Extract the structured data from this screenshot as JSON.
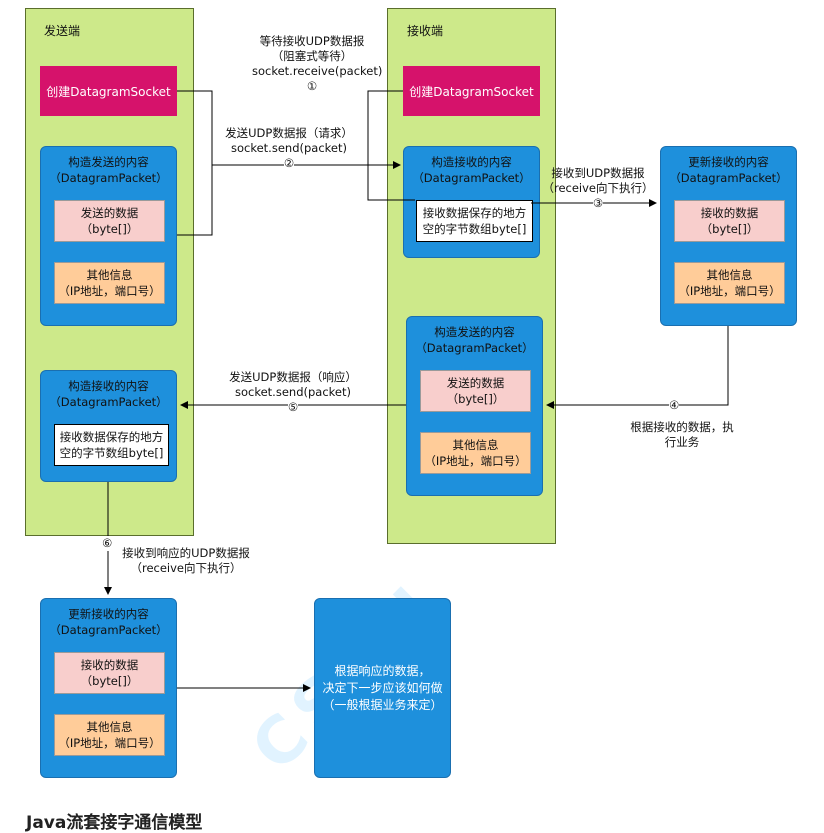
{
  "sender": {
    "title": "发送端",
    "create_socket": "创建DatagramSocket",
    "build_send": {
      "title1": "构造发送的内容",
      "title2": "（DatagramPacket）",
      "data1": "发送的数据",
      "data2": "（byte[]）",
      "info1": "其他信息",
      "info2": "（IP地址，端口号）"
    },
    "build_recv": {
      "title1": "构造接收的内容",
      "title2": "（DatagramPacket）",
      "buf1": "接收数据保存的地方",
      "buf2": "空的字节数组byte[]"
    }
  },
  "receiver": {
    "title": "接收端",
    "create_socket": "创建DatagramSocket",
    "build_recv": {
      "title1": "构造接收的内容",
      "title2": "（DatagramPacket）",
      "buf1": "接收数据保存的地方",
      "buf2": "空的字节数组byte[]"
    },
    "build_send": {
      "title1": "构造发送的内容",
      "title2": "（DatagramPacket）",
      "data1": "发送的数据",
      "data2": "（byte[]）",
      "info1": "其他信息",
      "info2": "（IP地址，端口号）"
    }
  },
  "updated_recv_receiver": {
    "title1": "更新接收的内容",
    "title2": "（DatagramPacket）",
    "data1": "接收的数据",
    "data2": "（byte[]）",
    "info1": "其他信息",
    "info2": "（IP地址，端口号）"
  },
  "updated_recv_sender": {
    "title1": "更新接收的内容",
    "title2": "（DatagramPacket）",
    "data1": "接收的数据",
    "data2": "（byte[]）",
    "info1": "其他信息",
    "info2": "（IP地址，端口号）"
  },
  "final_box": {
    "line1": "根据响应的数据，",
    "line2": "决定下一步应该如何做",
    "line3": "（一般根据业务来定）"
  },
  "labels": {
    "wait": {
      "l1": "等待接收UDP数据报",
      "l2": "（阻塞式等待）",
      "l3": "socket.receive(packet)",
      "num": "①"
    },
    "send_req": {
      "l1": "发送UDP数据报（请求）",
      "l2": "socket.send(packet)",
      "num": "②"
    },
    "recv_req": {
      "l1": "接收到UDP数据报",
      "l2": "（receive向下执行）",
      "num": "③"
    },
    "process": {
      "l1": "根据接收的数据，执",
      "l2": "行业务",
      "num": "④"
    },
    "send_resp": {
      "l1": "发送UDP数据报（响应）",
      "l2": "socket.send(packet)",
      "num": "⑤"
    },
    "recv_resp": {
      "l1": "接收到响应的UDP数据报",
      "l2": "（receive向下执行）",
      "num": "⑥"
    }
  },
  "section_heading": "Java流套接字通信模型",
  "watermark": "CSDN",
  "colors": {
    "lane": "#cde98a",
    "socket": "#d6126b",
    "container": "#1e90dc",
    "data_box": "#f8cecc",
    "info_box": "#ffcc99"
  }
}
